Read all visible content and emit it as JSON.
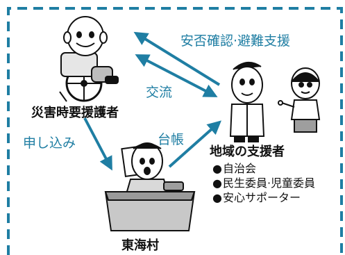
{
  "colors": {
    "frame": "#1f7ea3",
    "arrow": "#1f7ea3",
    "label": "#1f7ea3"
  },
  "nodes": {
    "person_in_need": "災害時要援護者",
    "village": "東海村",
    "supporters": "地域の支援者"
  },
  "supporter_list": [
    "自治会",
    "民生委員·児童委員",
    "安心サポーター"
  ],
  "edges": {
    "safety_check": "安否確認·避難支援",
    "exchange": "交流",
    "apply": "申し込み",
    "registry": "台帳"
  },
  "icons": {
    "person_in_need": "wheelchair-elder-icon",
    "village": "office-worker-desk-icon",
    "supporters": "supporters-couple-icon"
  }
}
